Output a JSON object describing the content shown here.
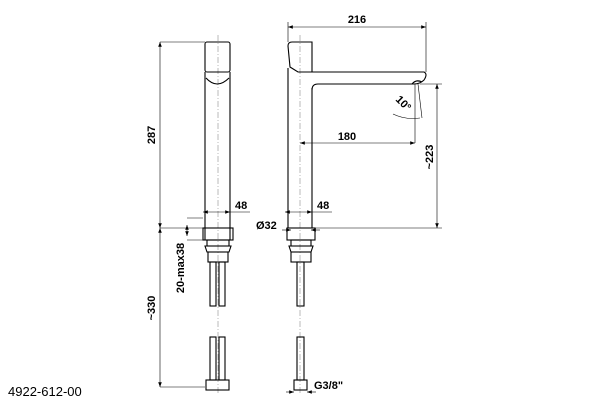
{
  "drawing": {
    "part_number": "4922-612-00",
    "dimensions": {
      "height_total": "287",
      "spout_reach_total": "216",
      "spout_reach": "180",
      "spout_height": "~223",
      "spout_angle": "10°",
      "base_width_front": "48",
      "base_width_side": "48",
      "body_diameter": "Ø32",
      "deck_thickness": "20-max38",
      "hose_length": "~330",
      "thread": "G3/8\""
    }
  }
}
